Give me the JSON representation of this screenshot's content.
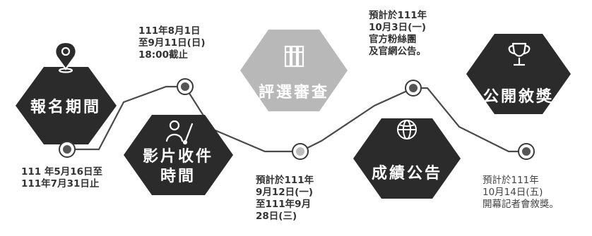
{
  "colors": {
    "dark_hex": "#2b2b2b",
    "mid_hex": "#3d3d3d",
    "light_hex": "#b8b8b8",
    "line": "#4a4a4a",
    "node_ring": "#3a3a3a",
    "node_fill_dark": "#555555",
    "node_fill_light": "#bdbdbd"
  },
  "steps": [
    {
      "label": "報名期間",
      "icon": "location-pin-icon",
      "note": "111 年5月16日至\n111年7月31日止"
    },
    {
      "label": "影片收件\n時間",
      "icon": "person-pen-icon",
      "note": "111年8月1日\n至9月11日(日)\n18:00截止"
    },
    {
      "label": "評選審查",
      "icon": "books-icon",
      "note": "預計於111年\n9月12日(一)\n至111年9月\n28日(三)"
    },
    {
      "label": "成績公告",
      "icon": "globe-icon",
      "note": "預計於111年\n10月3日(一)\n官方粉絲團\n及官網公告。"
    },
    {
      "label": "公開敘獎",
      "icon": "trophy-icon",
      "note": "預計於111年\n10月14日(五)\n開幕記者會敘獎。"
    }
  ]
}
